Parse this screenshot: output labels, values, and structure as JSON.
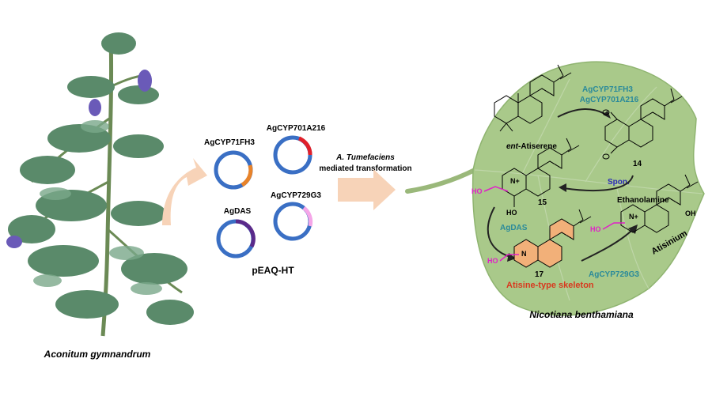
{
  "plant": {
    "label": "Aconitum gymnandrum"
  },
  "plasmids": {
    "vector_label": "pEAQ-HT",
    "items": [
      {
        "label": "AgCYP71FH3",
        "color": "#e8832a"
      },
      {
        "label": "AgCYP701A216",
        "color": "#e0202a"
      },
      {
        "label": "AgCYP729G3",
        "color": "#f5a6e8"
      },
      {
        "label": "AgDAS",
        "color": "#5a2a8a"
      }
    ],
    "ring_color": "#3a6fc4"
  },
  "transformation": {
    "line1": "A. Tumefaciens",
    "line2": "mediated transformation"
  },
  "leaf": {
    "host_label": "Nicotiana benthamiana",
    "fill_color": "#a9c98a",
    "compounds": {
      "atiserene_prefix": "ent",
      "atiserene_rest": "-Atiserene",
      "c14": "14",
      "c15": "15",
      "c17": "17",
      "atisinium": "Atisinium",
      "skeleton": "Atisine-type skeleton"
    },
    "steps": {
      "enzyme1a": "AgCYP71FH3",
      "enzyme1b": "AgCYP701A216",
      "spon": "Spon.",
      "ethanolamine": "Ethanolamine",
      "agdas": "AgDAS",
      "agcyp729g3": "AgCYP729G3"
    },
    "atom_labels": {
      "n_plus": "N+",
      "n": "N",
      "ho": "HO",
      "oh": "OH"
    },
    "colors": {
      "enzyme": "#2a8a9a",
      "spon": "#2a2ab8",
      "skeleton": "#d9381e",
      "sidechain": "#e020c8",
      "skeleton_fill": "#f2b079"
    }
  }
}
